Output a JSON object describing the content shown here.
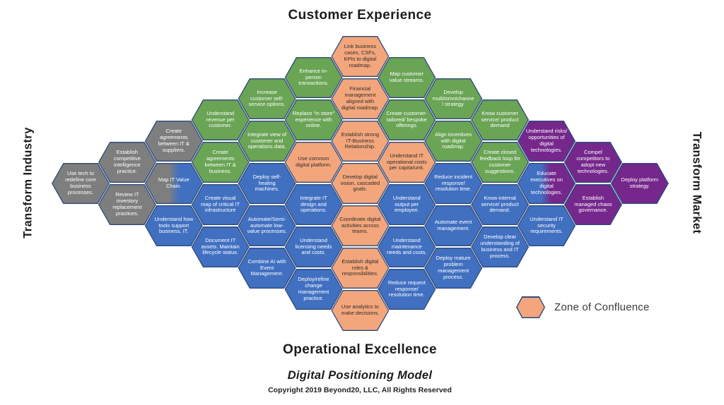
{
  "axes": {
    "top": "Customer Experience",
    "bottom": "Operational Excellence",
    "left": "Transform Industry",
    "right": "Transform Market"
  },
  "footer": {
    "title": "Digital Positioning Model",
    "copyright": "Copyright 2019 Beyond20, LLC, All Rights Reserved"
  },
  "legend": {
    "label": "Zone of Confluence",
    "swatch": "orange-hexagon"
  },
  "colors": {
    "border": "#2E4A7D",
    "green": "#6AA455",
    "blue": "#4170C1",
    "gray": "#7E7E7E",
    "orange": "#F3A67C",
    "purple": "#75278C",
    "gray-blue": "linear-gradient(90deg, #7E7E7E 42%, #4170C1 60%)",
    "blue-purple": "linear-gradient(90deg, #4170C1 40%, #75278C 58%)",
    "hex_text_light": "#FFFFFF",
    "hex_text_dark": "#2E2E2E"
  },
  "hexagons": [
    {
      "col": 1,
      "row": 0,
      "color": "gray",
      "label": "Use tech to redefine core business processes."
    },
    {
      "col": 2,
      "row": 0,
      "color": "gray",
      "label": "Establish competitive intelligence practice."
    },
    {
      "col": 2,
      "row": 1,
      "color": "gray",
      "label": "Review IT inventory replacement practices."
    },
    {
      "col": 3,
      "row": 0,
      "color": "gray",
      "label": "Create agreements between IT & suppliers."
    },
    {
      "col": 3,
      "row": 1,
      "color": "gray-blue",
      "label": "Map IT Value Chain."
    },
    {
      "col": 3,
      "row": 2,
      "color": "blue",
      "label": "Understand how tools support business, IT."
    },
    {
      "col": 4,
      "row": 0,
      "color": "green",
      "label": "Understand revenue per customer."
    },
    {
      "col": 4,
      "row": 1,
      "color": "green",
      "label": "Create agreements between IT & business."
    },
    {
      "col": 4,
      "row": 2,
      "color": "blue",
      "label": "Create visual map of critical IT infrastructure"
    },
    {
      "col": 4,
      "row": 3,
      "color": "blue",
      "label": "Document IT assets. Maintain lifecycle status."
    },
    {
      "col": 5,
      "row": 0,
      "color": "green",
      "label": "Increase customer self-service options."
    },
    {
      "col": 5,
      "row": 1,
      "color": "green",
      "label": "Integrate view of customer and operations data."
    },
    {
      "col": 5,
      "row": 2,
      "color": "blue",
      "label": "Deploy self-healing machines."
    },
    {
      "col": 5,
      "row": 3,
      "color": "blue",
      "label": "Automate/Semi-automate low-value processes."
    },
    {
      "col": 5,
      "row": 4,
      "color": "blue",
      "label": "Combine AI with Event Management."
    },
    {
      "col": 6,
      "row": 0,
      "color": "green",
      "label": "Enhance in-person transactions."
    },
    {
      "col": 6,
      "row": 1,
      "color": "green",
      "label": "Replace “in store” experience with online."
    },
    {
      "col": 6,
      "row": 2,
      "color": "orange",
      "label": "Use common digital platform."
    },
    {
      "col": 6,
      "row": 3,
      "color": "blue",
      "label": "Integrate IT design and operations."
    },
    {
      "col": 6,
      "row": 4,
      "color": "blue",
      "label": "Understand licensing needs and costs."
    },
    {
      "col": 6,
      "row": 5,
      "color": "blue",
      "label": "Deploy/refine change management practice."
    },
    {
      "col": 7,
      "row": 0,
      "color": "orange",
      "label": "Link business cases, CSFs, KPIs to digital roadmap."
    },
    {
      "col": 7,
      "row": 1,
      "color": "orange",
      "label": "Financial management aligned with digital roadmap."
    },
    {
      "col": 7,
      "row": 2,
      "color": "orange",
      "label": "Establish strong IT-Business Relationship."
    },
    {
      "col": 7,
      "row": 3,
      "color": "orange",
      "label": "Develop digital vision, cascaded goals."
    },
    {
      "col": 7,
      "row": 4,
      "color": "orange",
      "label": "Coordinate digital activities across teams."
    },
    {
      "col": 7,
      "row": 5,
      "color": "orange",
      "label": "Establish digital roles & responsibilities."
    },
    {
      "col": 7,
      "row": 6,
      "color": "orange",
      "label": "Use analytics to make decisions."
    },
    {
      "col": 8,
      "row": 0,
      "color": "green",
      "label": "Map customer value streams."
    },
    {
      "col": 8,
      "row": 1,
      "color": "green",
      "label": "Create customer-tailored/ bespoke offerings."
    },
    {
      "col": 8,
      "row": 2,
      "color": "orange",
      "label": "Understand IT operational costs per capita/unit."
    },
    {
      "col": 8,
      "row": 3,
      "color": "blue",
      "label": "Understand output per employee."
    },
    {
      "col": 8,
      "row": 4,
      "color": "blue",
      "label": "Understand maintenance needs and costs."
    },
    {
      "col": 8,
      "row": 5,
      "color": "blue",
      "label": "Reduce request response/ resolution time."
    },
    {
      "col": 9,
      "row": 0,
      "color": "green",
      "label": "Develop multi/omnichannel strategy."
    },
    {
      "col": 9,
      "row": 1,
      "color": "green",
      "label": "Align incentives with digital roadmap."
    },
    {
      "col": 9,
      "row": 2,
      "color": "blue",
      "label": "Reduce incident response/ resolution time."
    },
    {
      "col": 9,
      "row": 3,
      "color": "blue",
      "label": "Automate event management."
    },
    {
      "col": 9,
      "row": 4,
      "color": "blue",
      "label": "Deploy mature problem management process."
    },
    {
      "col": 10,
      "row": 0,
      "color": "green",
      "label": "Know customer service/ product demand"
    },
    {
      "col": 10,
      "row": 1,
      "color": "green",
      "label": "Create closed feedback loop for customer suggestions."
    },
    {
      "col": 10,
      "row": 2,
      "color": "blue",
      "label": "Know internal service/ product demand."
    },
    {
      "col": 10,
      "row": 3,
      "color": "blue",
      "label": "Develop clear understanding of business and IT process."
    },
    {
      "col": 11,
      "row": 0,
      "color": "purple",
      "label": "Understand risks/ opportunities of digital technologies."
    },
    {
      "col": 11,
      "row": 1,
      "color": "blue-purple",
      "label": "Educate executives on digital technologies."
    },
    {
      "col": 11,
      "row": 2,
      "color": "blue",
      "label": "Understand IT security requirements."
    },
    {
      "col": 12,
      "row": 0,
      "color": "purple",
      "label": "Compel competitors to adopt new technologies."
    },
    {
      "col": 12,
      "row": 1,
      "color": "purple",
      "label": "Establish managed chaos governance."
    },
    {
      "col": 13,
      "row": 0,
      "color": "purple",
      "label": "Deploy platform strategy."
    }
  ]
}
